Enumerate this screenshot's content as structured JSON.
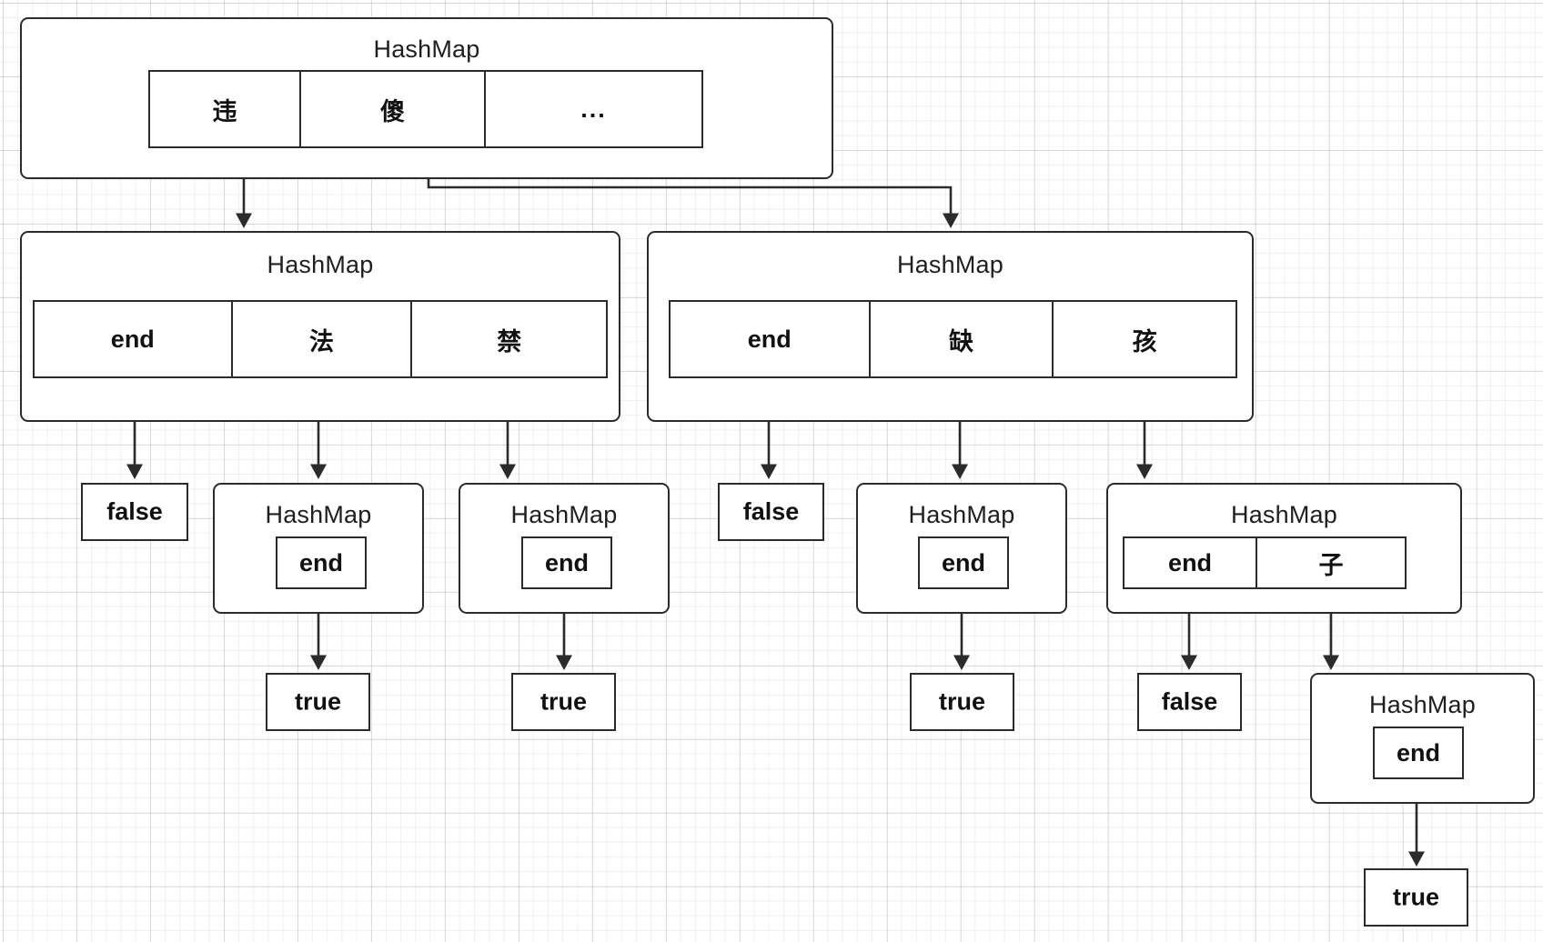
{
  "diagram": {
    "title_text": "HashMap",
    "node_label_true": "true",
    "node_label_false": "false",
    "colors": {
      "stroke": "#2b2b2b",
      "text": "#111111",
      "background": "#ffffff",
      "grid": "#e6e6e6"
    },
    "nodes": {
      "root": {
        "type": "hashmap",
        "title": "HashMap",
        "cells": [
          "违",
          "傻",
          "..."
        ]
      },
      "level2_left": {
        "type": "hashmap",
        "title": "HashMap",
        "cells": [
          "end",
          "法",
          "禁"
        ]
      },
      "level2_right": {
        "type": "hashmap",
        "title": "HashMap",
        "cells": [
          "end",
          "缺",
          "孩"
        ]
      },
      "l3_left_false": {
        "type": "leaf",
        "label": "false"
      },
      "l3_left_fa": {
        "type": "hashmap",
        "title": "HashMap",
        "cells": [
          "end"
        ]
      },
      "l3_left_jin": {
        "type": "hashmap",
        "title": "HashMap",
        "cells": [
          "end"
        ]
      },
      "l3_right_false": {
        "type": "leaf",
        "label": "false"
      },
      "l3_right_que": {
        "type": "hashmap",
        "title": "HashMap",
        "cells": [
          "end"
        ]
      },
      "l3_right_hai": {
        "type": "hashmap",
        "title": "HashMap",
        "cells": [
          "end",
          "子"
        ]
      },
      "l4_true_fa": {
        "type": "leaf",
        "label": "true"
      },
      "l4_true_jin": {
        "type": "leaf",
        "label": "true"
      },
      "l4_true_que": {
        "type": "leaf",
        "label": "true"
      },
      "l4_false_hai_end": {
        "type": "leaf",
        "label": "false"
      },
      "l4_hashmap_zi": {
        "type": "hashmap",
        "title": "HashMap",
        "cells": [
          "end"
        ]
      },
      "l5_true_zi": {
        "type": "leaf",
        "label": "true"
      }
    }
  }
}
